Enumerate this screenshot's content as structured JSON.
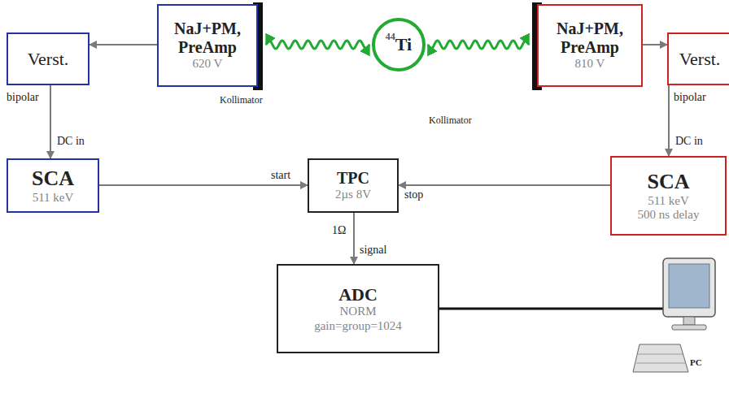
{
  "diagram": {
    "nodes": [
      {
        "text": [
          "Verst."
        ]
      },
      {
        "text": [
          "NaJ+PM, PreAmp",
          "620 V"
        ]
      },
      {
        "text": [
          "44",
          "Ti"
        ]
      },
      {
        "text": [
          "NaJ+PM, PreAmp",
          "810 V"
        ]
      },
      {
        "text": [
          "Verst."
        ]
      },
      {
        "text": [
          "SCA",
          "511 keV"
        ]
      },
      {
        "text": [
          "TPC",
          "2µs 8V"
        ]
      },
      {
        "text": [
          "SCA",
          "511 keV",
          "500 ns delay"
        ]
      },
      {
        "text": [
          "ADC",
          "NORM",
          "gain=group=1024"
        ]
      }
    ],
    "edges": [
      {
        "from": 2,
        "to": 1,
        "arrow": "both"
      },
      {
        "from": 2,
        "to": 3,
        "arrow": "both"
      },
      {
        "from": 1,
        "to": 0,
        "arrow": "to"
      },
      {
        "from": 3,
        "to": 4,
        "arrow": "to"
      },
      {
        "from": 0,
        "to": 5,
        "arrow": "to"
      },
      {
        "from": 4,
        "to": 7,
        "arrow": "to"
      },
      {
        "from": 5,
        "to": 6,
        "arrow": "to"
      },
      {
        "from": 7,
        "to": 6,
        "arrow": "to"
      },
      {
        "from": 6,
        "to": 8,
        "arrow": "to"
      }
    ],
    "labels": [
      "Kollimator",
      "Kollimator",
      "bipolar",
      "DC in",
      "bipolar",
      "DC in",
      "start",
      "stop",
      "1Ω",
      "signal",
      "PC"
    ]
  }
}
